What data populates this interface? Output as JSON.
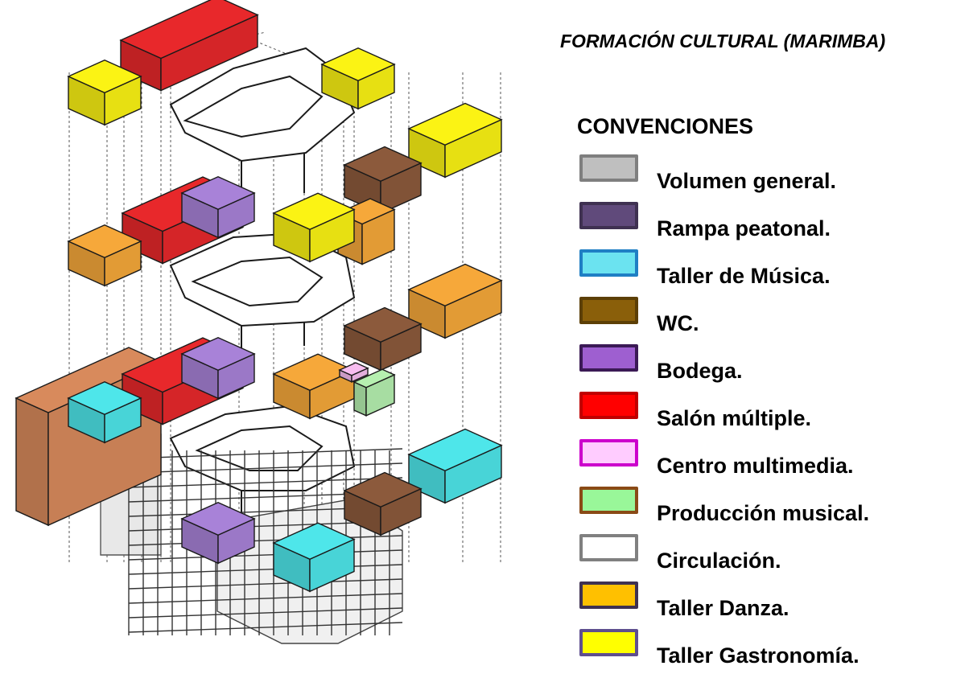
{
  "title": "FORMACIÓN CULTURAL (MARIMBA)",
  "legend": {
    "heading": "CONVENCIONES",
    "items": [
      {
        "label": "Volumen general.",
        "fill": "#bfbfbf",
        "border": "#7f7f7f"
      },
      {
        "label": "Rampa peatonal.",
        "fill": "#604a7b",
        "border": "#3f3151"
      },
      {
        "label": "Taller de Música.",
        "fill": "#6be3f0",
        "border": "#1f7fc4"
      },
      {
        "label": "WC.",
        "fill": "#8a5f0a",
        "border": "#5c3f06"
      },
      {
        "label": "Bodega.",
        "fill": "#9e5fd0",
        "border": "#3b1a55"
      },
      {
        "label": "Salón múltiple.",
        "fill": "#ff0000",
        "border": "#c00000"
      },
      {
        "label": "Centro multimedia.",
        "fill": "#ffccff",
        "border": "#cc00cc"
      },
      {
        "label": "Producción musical.",
        "fill": "#99f799",
        "border": "#8a4a16"
      },
      {
        "label": "Circulación.",
        "fill": "#ffffff",
        "border": "#808080"
      },
      {
        "label": "Taller Danza.",
        "fill": "#ffc000",
        "border": "#3f3151"
      },
      {
        "label": "Taller Gastronomía.",
        "fill": "#ffff00",
        "border": "#5f4f8f"
      }
    ]
  },
  "sketch_colors": {
    "salon_multiple": "#e8282b",
    "gastronomia": "#fbf314",
    "danza": "#f6a83a",
    "musica": "#4ee6ea",
    "bodega": "#a882d8",
    "wc": "#8c5a3c",
    "multimedia": "#f7bdf0",
    "produccion": "#b6f0b0",
    "volumen": "#d88a5c",
    "lines": "#1a1a1a"
  }
}
